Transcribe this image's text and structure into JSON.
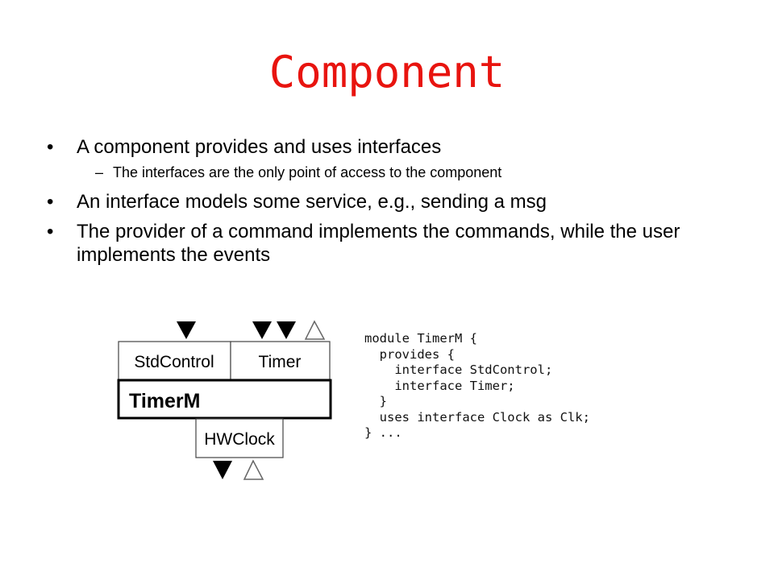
{
  "slide": {
    "title": "Component",
    "bullets": [
      {
        "text": "A component provides and uses interfaces",
        "sub": [
          "The interfaces are the only point of access to the component"
        ]
      },
      {
        "text": "An interface models some service, e.g., sending a msg",
        "sub": []
      },
      {
        "text": "The provider of a command implements the commands, while the user implements the events",
        "sub": []
      }
    ]
  },
  "diagram": {
    "box_stdcontrol": "StdControl",
    "box_timer": "Timer",
    "box_timerm": "TimerM",
    "box_hwclock": "HWClock"
  },
  "code": {
    "lines": [
      "module TimerM {",
      "  provides {",
      "    interface StdControl;",
      "    interface Timer;",
      "  }",
      "  uses interface Clock as Clk;",
      "} ..."
    ]
  }
}
